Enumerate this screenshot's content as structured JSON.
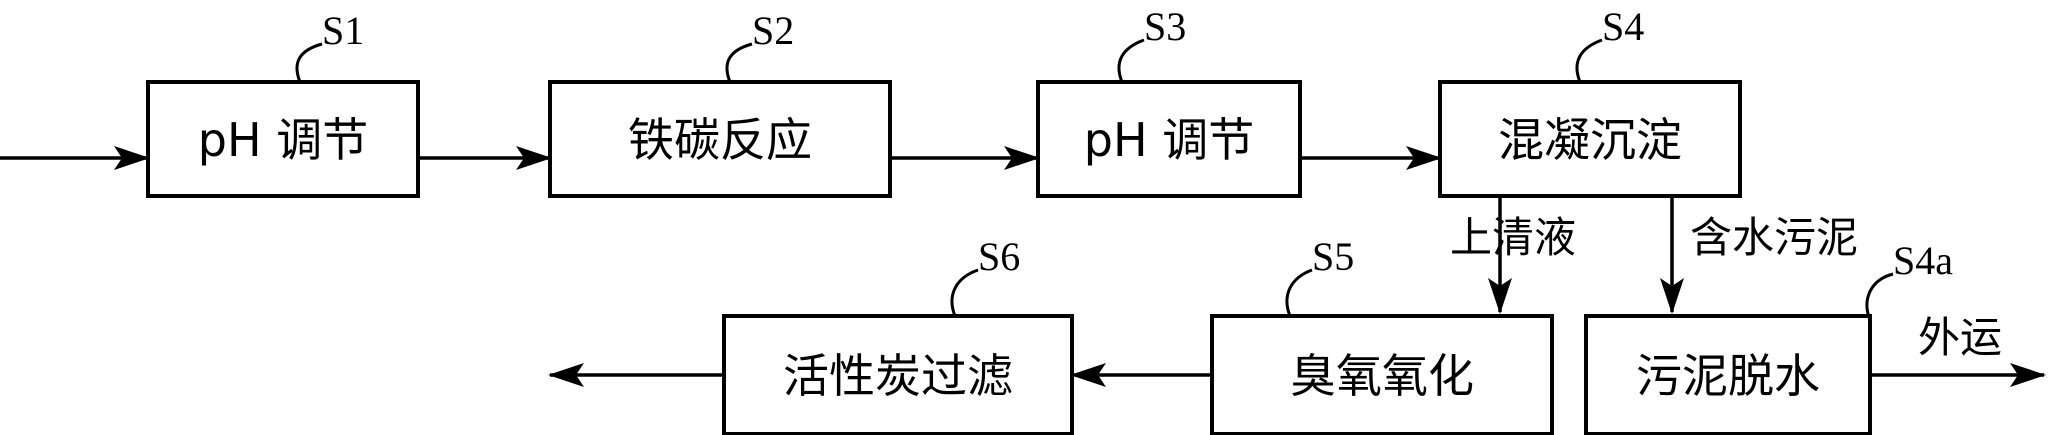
{
  "process": {
    "s1": {
      "step": "S1",
      "label": "pH 调节"
    },
    "s2": {
      "step": "S2",
      "label": "铁碳反应"
    },
    "s3": {
      "step": "S3",
      "label": "pH 调节"
    },
    "s4": {
      "step": "S4",
      "label": "混凝沉淀"
    },
    "s4a": {
      "step": "S4a",
      "label": "污泥脱水"
    },
    "s5": {
      "step": "S5",
      "label": "臭氧氧化"
    },
    "s6": {
      "step": "S6",
      "label": "活性炭过滤"
    }
  },
  "flows": {
    "supernatant": "上清液",
    "wet_sludge": "含水污泥",
    "transport_out": "外运"
  }
}
